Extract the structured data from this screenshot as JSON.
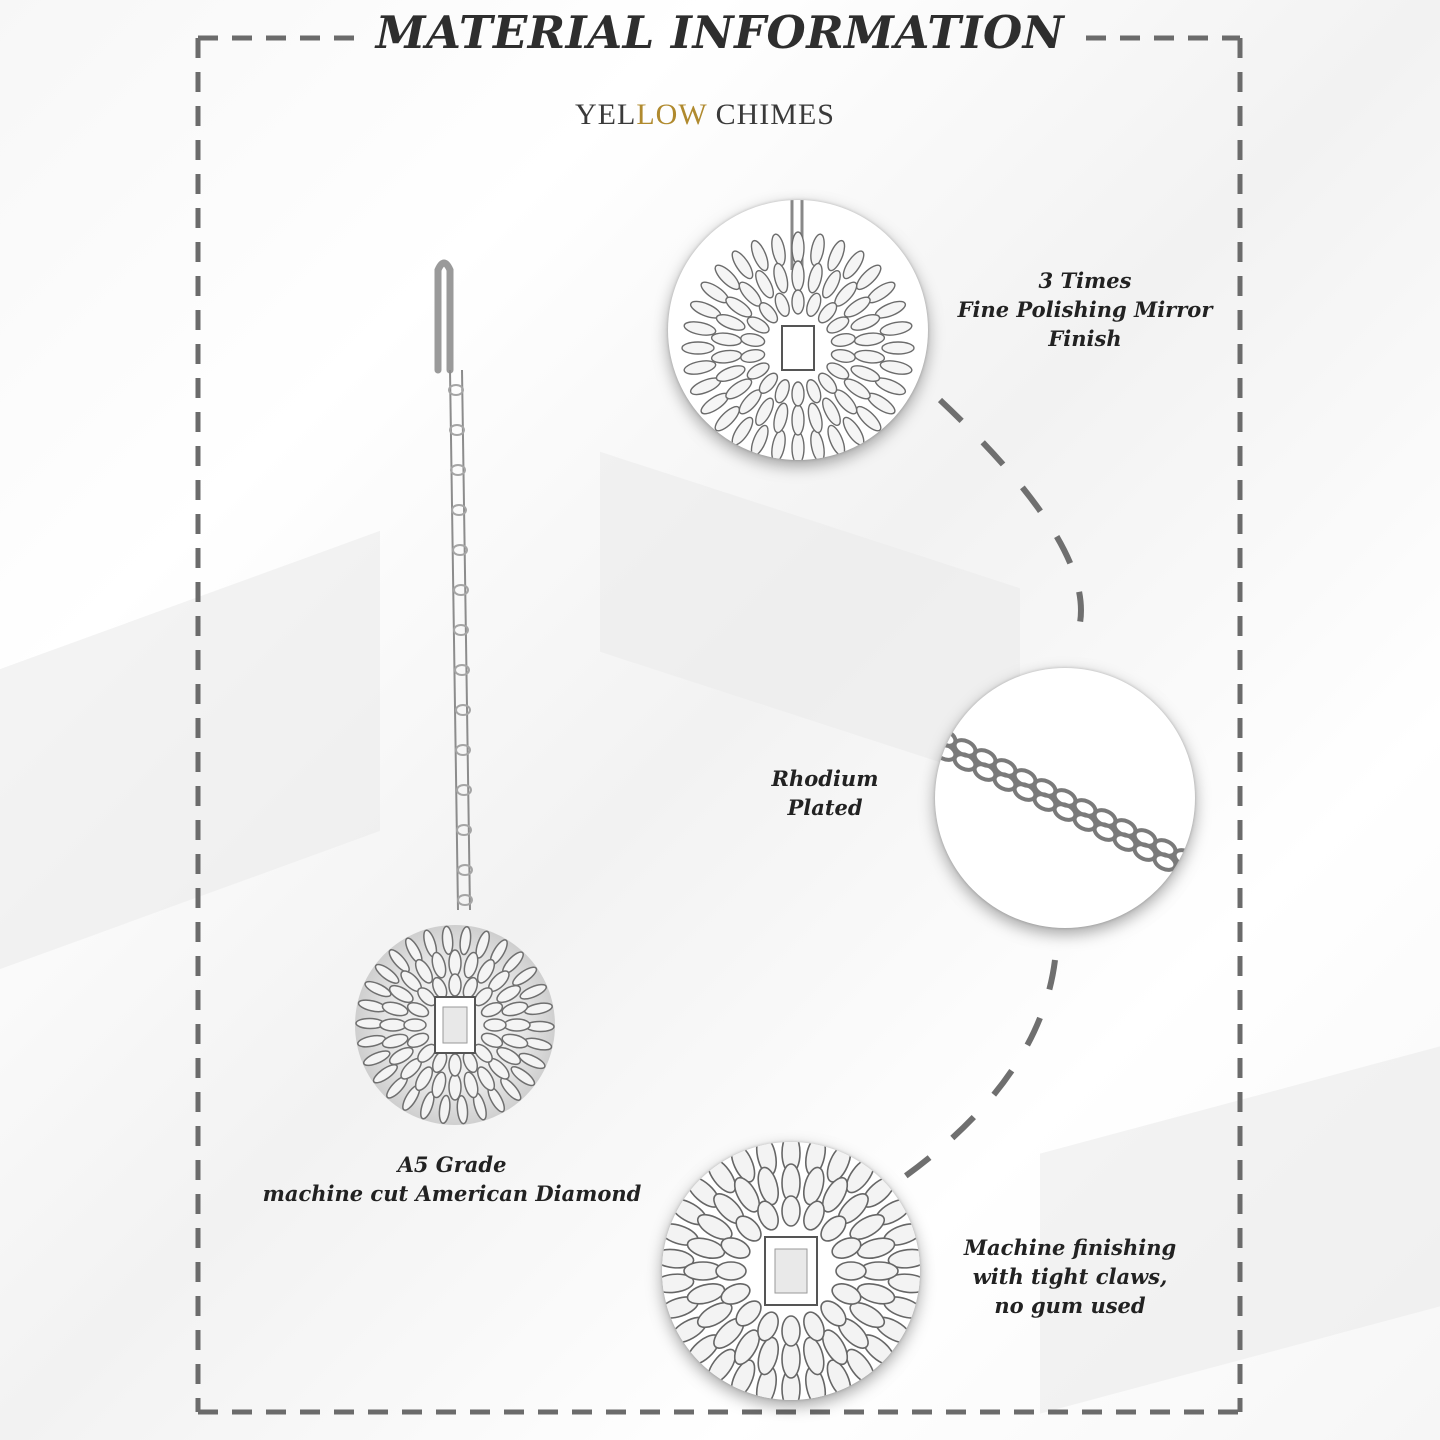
{
  "header": {
    "title": "MATERIAL INFORMATION"
  },
  "brand": {
    "part1": "YEL",
    "part2": "LOW",
    "part3": " CHIMES",
    "accent_color": "#b08a2e"
  },
  "callouts": [
    {
      "line1": "3 Times",
      "line2": "Fine Polishing Mirror",
      "line3": "Finish"
    },
    {
      "line1": "Rhodium",
      "line2": "Plated"
    },
    {
      "line1": "A5 Grade",
      "line2": "machine cut American Diamond"
    },
    {
      "line1": "Machine finishing",
      "line2": "with tight claws,",
      "line3": "no gum used"
    }
  ],
  "colors": {
    "frame_dash": "#6b6b6b",
    "text": "#222222"
  }
}
